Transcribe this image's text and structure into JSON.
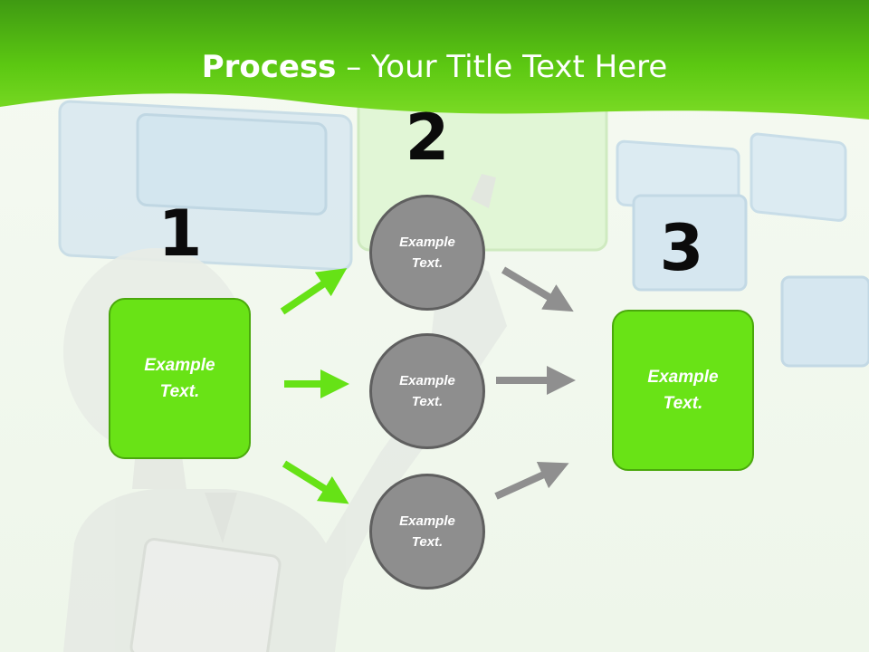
{
  "slide": {
    "title_bold": "Process",
    "title_rest": " – Your Title Text Here",
    "colors": {
      "header_green": "#5cc812",
      "box_green": "#69e316",
      "box_border": "#4aa80c",
      "circle_gray": "#8e8e8e",
      "circle_border": "#5f5f5f",
      "arrow_green": "#66e216",
      "arrow_gray": "#8f8f8f",
      "background": "#f3f9ef"
    }
  },
  "steps": {
    "step1": {
      "number": "1",
      "text": "Example Text."
    },
    "step2": {
      "number": "2"
    },
    "step3": {
      "number": "3",
      "text": "Example Text."
    }
  },
  "circles": [
    {
      "text": "Example Text."
    },
    {
      "text": "Example Text."
    },
    {
      "text": "Example Text."
    }
  ],
  "icons": {
    "arrow": "arrow-icon",
    "figure": "person-figure",
    "panels": "floating-panels"
  }
}
